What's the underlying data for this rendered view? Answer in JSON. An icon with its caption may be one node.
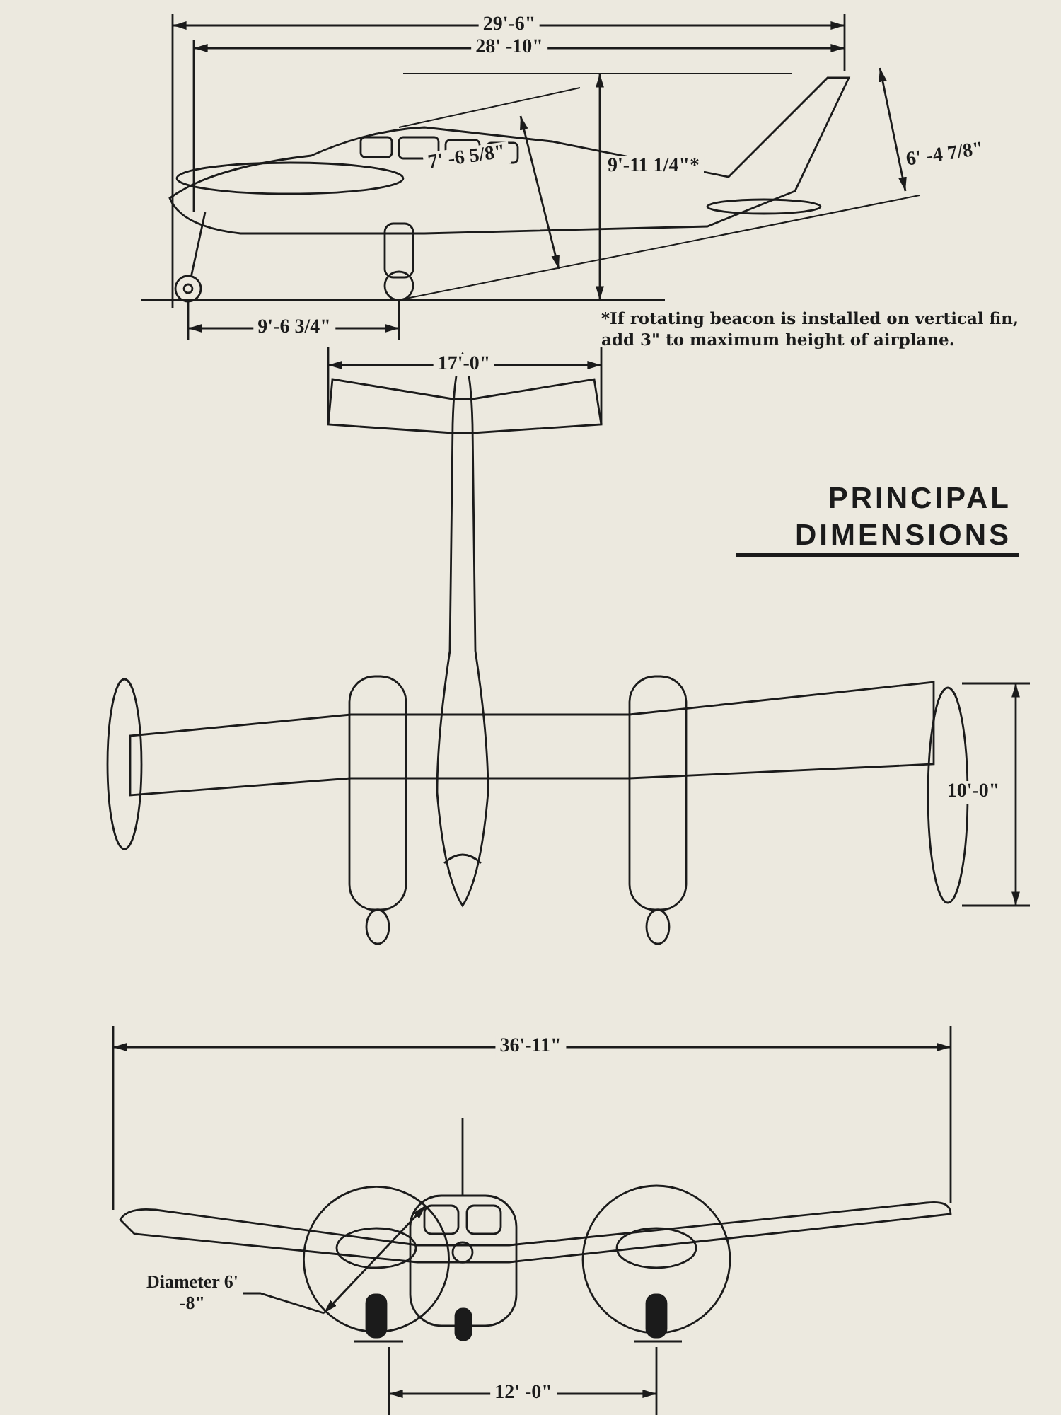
{
  "diagram": {
    "title": "PRINCIPAL DIMENSIONS",
    "nodes": [
      {
        "text": [
          "Diameter 6' -8\""
        ]
      },
      {
        "text": [],
        "shape": "circle"
      }
    ],
    "edges": [
      {
        "from": 0,
        "to": 1,
        "arrow": "none"
      }
    ],
    "labels": [
      "29'-6\"",
      "28' -10\"",
      "7' -6 5/8\"",
      "9'-11 1/4\"*",
      "6' -4 7/8\"",
      "9'-6 3/4\"",
      "*If rotating beacon is installed on vertical fin, add 3\" to maximum height of airplane.",
      "17'-0\"",
      "10'-0\"",
      "36'-11\"",
      "12' -0\""
    ]
  }
}
